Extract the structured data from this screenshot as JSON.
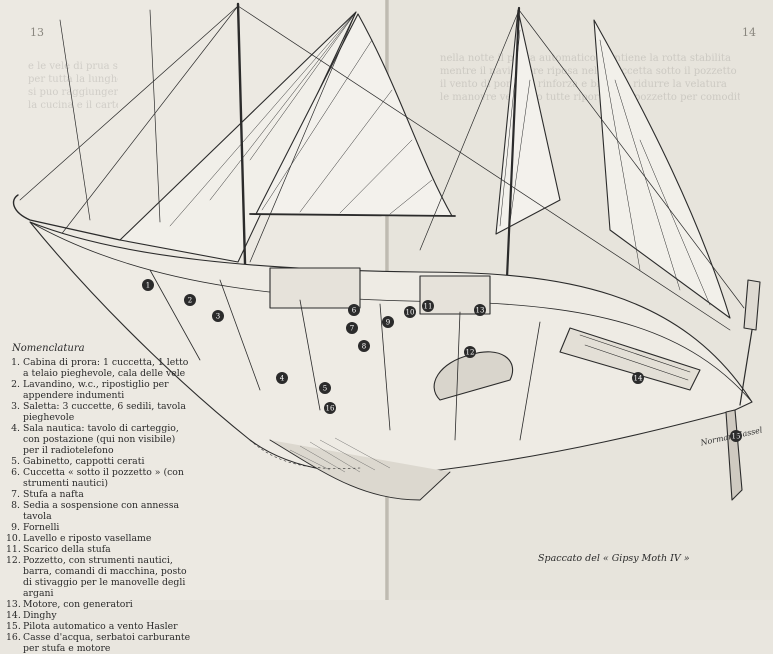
{
  "page_numbers": {
    "left": "13",
    "right": "14"
  },
  "bleed_left": [
    "e le vele di prua sono stese e la barca corre col vento in poppa",
    "per tutta la lunghezza dello scafo fino alla cabina di prora",
    "si puo raggiungere senza uscire in coperta il posto di guida",
    "la cucina e il carteggio restano sempre a portata di mano"
  ],
  "bleed_right": [
    "nella notte il pilota automatico mantiene la rotta stabilita",
    "mentre il navigatore riposa nella cuccetta sotto il pozzetto",
    "il vento di ponente rinforza e bisogna ridurre la velatura",
    "le manovre vengono tutte riportate al pozzetto per comodita"
  ],
  "legend": {
    "title": "Nomenclatura",
    "items": [
      {
        "num": "1.",
        "text": "Cabina di prora: 1 cuccetta, 1 letto a telaio pieghevole, cala delle vele"
      },
      {
        "num": "2.",
        "text": "Lavandino, w.c., ripostiglio per appendere indumenti"
      },
      {
        "num": "3.",
        "text": "Saletta: 3 cuccette, 6 sedili, tavola pieghevole"
      },
      {
        "num": "4.",
        "text": "Sala nautica: tavolo di carteggio, con postazione (qui non visibile) per il radiotelefono"
      },
      {
        "num": "5.",
        "text": "Gabinetto, cappotti cerati"
      },
      {
        "num": "6.",
        "text": "Cuccetta « sotto il pozzetto » (con strumenti nautici)"
      },
      {
        "num": "7.",
        "text": "Stufa a nafta"
      },
      {
        "num": "8.",
        "text": "Sedia a sospensione con annessa tavola"
      },
      {
        "num": "9.",
        "text": "Fornelli"
      },
      {
        "num": "10.",
        "text": "Lavello e riposto vasellame"
      },
      {
        "num": "11.",
        "text": "Scarico della stufa"
      },
      {
        "num": "12.",
        "text": "Pozzetto, con strumenti nautici, barra, comandi di macchina, posto di stivaggio per le manovelle degli argani"
      },
      {
        "num": "13.",
        "text": "Motore, con generatori"
      },
      {
        "num": "14.",
        "text": "Dinghy"
      },
      {
        "num": "15.",
        "text": "Pilota automatico a vento Hasler"
      },
      {
        "num": "16.",
        "text": "Casse d'acqua, serbatoi carburante per stufa e motore"
      }
    ]
  },
  "caption": "Spaccato del « Gipsy Moth IV »",
  "signature": "Norman Hassel",
  "callouts": [
    "1",
    "2",
    "3",
    "4",
    "5",
    "6",
    "7",
    "8",
    "9",
    "10",
    "11",
    "12",
    "13",
    "14",
    "15",
    "16"
  ]
}
